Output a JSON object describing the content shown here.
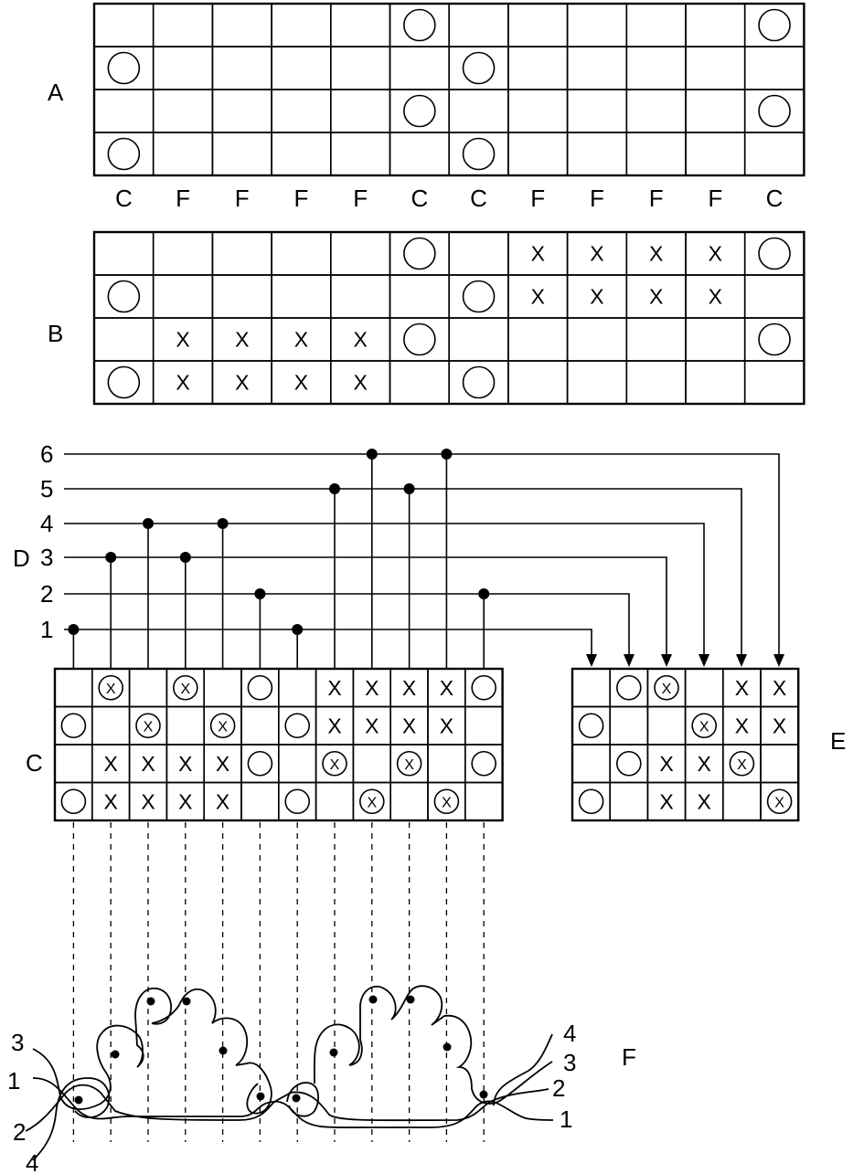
{
  "labels": {
    "A": "A",
    "B": "B",
    "C": "C",
    "D": "D",
    "E": "E",
    "F": "F"
  },
  "grid_a": {
    "rows": [
      [
        "",
        "",
        "",
        "",
        "",
        "O",
        "",
        "",
        "",
        "",
        "",
        "O"
      ],
      [
        "O",
        "",
        "",
        "",
        "",
        "",
        "O",
        "",
        "",
        "",
        "",
        ""
      ],
      [
        "",
        "",
        "",
        "",
        "",
        "O",
        "",
        "",
        "",
        "",
        "",
        "O"
      ],
      [
        "O",
        "",
        "",
        "",
        "",
        "",
        "O",
        "",
        "",
        "",
        "",
        ""
      ]
    ],
    "column_labels": [
      "C",
      "F",
      "F",
      "F",
      "F",
      "C",
      "C",
      "F",
      "F",
      "F",
      "F",
      "C"
    ]
  },
  "grid_b": {
    "rows": [
      [
        "",
        "",
        "",
        "",
        "",
        "O",
        "",
        "X",
        "X",
        "X",
        "X",
        "O"
      ],
      [
        "O",
        "",
        "",
        "",
        "",
        "",
        "O",
        "X",
        "X",
        "X",
        "X",
        ""
      ],
      [
        "",
        "X",
        "X",
        "X",
        "X",
        "O",
        "",
        "",
        "",
        "",
        "",
        "O"
      ],
      [
        "O",
        "X",
        "X",
        "X",
        "X",
        "",
        "O",
        "",
        "",
        "",
        "",
        ""
      ]
    ]
  },
  "grid_c": {
    "rows": [
      [
        "",
        "OX",
        "",
        "OX",
        "",
        "O",
        "",
        "X",
        "X",
        "X",
        "X",
        "O"
      ],
      [
        "O",
        "",
        "OX",
        "",
        "OX",
        "",
        "O",
        "X",
        "X",
        "X",
        "X",
        ""
      ],
      [
        "",
        "X",
        "X",
        "X",
        "X",
        "O",
        "",
        "OX",
        "",
        "OX",
        "",
        "O"
      ],
      [
        "O",
        "X",
        "X",
        "X",
        "X",
        "",
        "O",
        "",
        "OX",
        "",
        "OX",
        ""
      ]
    ],
    "column_shaft": [
      1,
      3,
      4,
      3,
      4,
      2,
      1,
      5,
      6,
      5,
      6,
      2
    ]
  },
  "grid_e": {
    "rows": [
      [
        "",
        "O",
        "OX",
        "",
        "X",
        "X"
      ],
      [
        "O",
        "",
        "",
        "OX",
        "X",
        "X"
      ],
      [
        "",
        "O",
        "X",
        "X",
        "OX",
        ""
      ],
      [
        "O",
        "",
        "X",
        "X",
        "",
        "OX"
      ]
    ]
  },
  "shafts": {
    "labels": [
      "1",
      "2",
      "3",
      "4",
      "5",
      "6"
    ]
  },
  "thread_ends": {
    "left": [
      "3",
      "1",
      "2",
      "4"
    ],
    "right": [
      "4",
      "3",
      "2",
      "1"
    ]
  }
}
